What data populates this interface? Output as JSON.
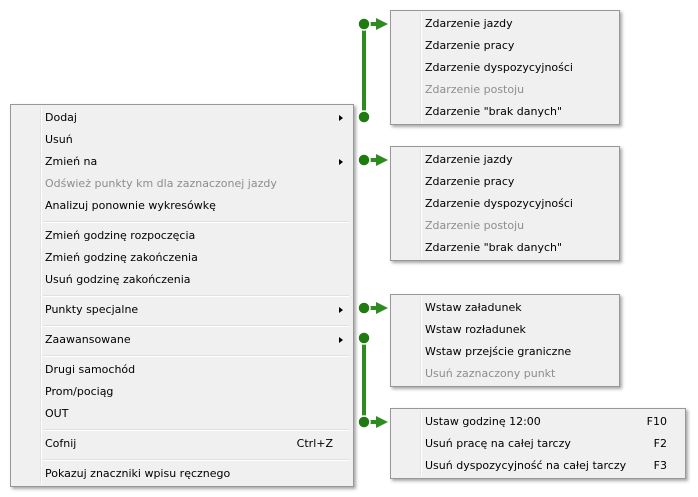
{
  "main_menu": {
    "items": [
      {
        "label": "Dodaj",
        "submenu": true,
        "disabled": false
      },
      {
        "label": "Usuń",
        "submenu": false,
        "disabled": false
      },
      {
        "label": "Zmień na",
        "submenu": true,
        "disabled": false
      },
      {
        "label": "Odśwież punkty km dla zaznaczonej jazdy",
        "submenu": false,
        "disabled": true
      },
      {
        "label": "Analizuj ponownie wykresówkę",
        "submenu": false,
        "disabled": false
      },
      {
        "label": "Zmień godzinę rozpoczęcia",
        "submenu": false,
        "disabled": false
      },
      {
        "label": "Zmień godzinę zakończenia",
        "submenu": false,
        "disabled": false
      },
      {
        "label": "Usuń godzinę zakończenia",
        "submenu": false,
        "disabled": false
      },
      {
        "label": "Punkty specjalne",
        "submenu": true,
        "disabled": false
      },
      {
        "label": "Zaawansowane",
        "submenu": true,
        "disabled": false
      },
      {
        "label": "Drugi samochód",
        "submenu": false,
        "disabled": false
      },
      {
        "label": "Prom/pociąg",
        "submenu": false,
        "disabled": false
      },
      {
        "label": "OUT",
        "submenu": false,
        "disabled": false
      },
      {
        "label": "Cofnij",
        "shortcut": "Ctrl+Z",
        "submenu": false,
        "disabled": false
      },
      {
        "label": "Pokazuj znaczniki wpisu ręcznego",
        "submenu": false,
        "disabled": false
      }
    ]
  },
  "submenu_dodaj": {
    "items": [
      {
        "label": "Zdarzenie jazdy",
        "disabled": false
      },
      {
        "label": "Zdarzenie pracy",
        "disabled": false
      },
      {
        "label": "Zdarzenie dyspozycyjności",
        "disabled": false
      },
      {
        "label": "Zdarzenie postoju",
        "disabled": true
      },
      {
        "label": "Zdarzenie \"brak danych\"",
        "disabled": false
      }
    ]
  },
  "submenu_zmien_na": {
    "items": [
      {
        "label": "Zdarzenie jazdy",
        "disabled": false
      },
      {
        "label": "Zdarzenie pracy",
        "disabled": false
      },
      {
        "label": "Zdarzenie dyspozycyjności",
        "disabled": false
      },
      {
        "label": "Zdarzenie postoju",
        "disabled": true
      },
      {
        "label": "Zdarzenie \"brak danych\"",
        "disabled": false
      }
    ]
  },
  "submenu_punkty": {
    "items": [
      {
        "label": "Wstaw załadunek",
        "disabled": false
      },
      {
        "label": "Wstaw rozładunek",
        "disabled": false
      },
      {
        "label": "Wstaw przejście graniczne",
        "disabled": false
      },
      {
        "label": "Usuń zaznaczony punkt",
        "disabled": true
      }
    ]
  },
  "submenu_zaawansowane": {
    "items": [
      {
        "label": "Ustaw godzinę 12:00",
        "shortcut": "F10",
        "disabled": false
      },
      {
        "label": "Usuń pracę na całej tarczy",
        "shortcut": "F2",
        "disabled": false
      },
      {
        "label": "Usuń dyspozycyjność na całej tarczy",
        "shortcut": "F3",
        "disabled": false
      }
    ]
  },
  "colors": {
    "connector": "#2e8b1f",
    "dot": "#1f7a10",
    "disabled_text": "#8d8d8d"
  }
}
